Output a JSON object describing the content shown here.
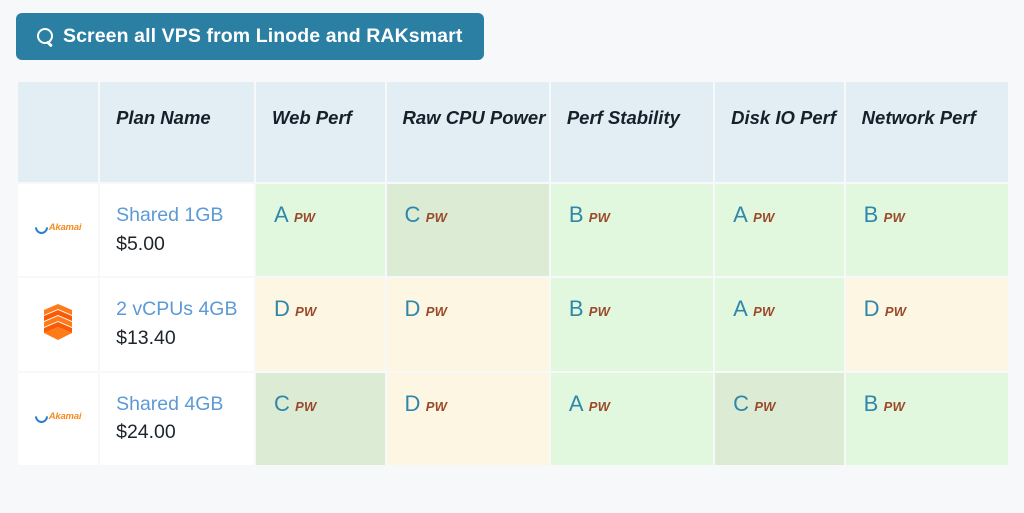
{
  "search_button": {
    "label": "Screen all VPS from Linode and RAKsmart",
    "icon": "search-icon",
    "bg_color": "#2a7fa3",
    "text_color": "#ffffff"
  },
  "table": {
    "headers": [
      "",
      "Plan Name",
      "Web Perf",
      "Raw CPU Power",
      "Perf Stability",
      "Disk IO Perf",
      "Network Perf"
    ],
    "header_bg": "#e2edf4",
    "grade_suffix": "PW",
    "grade_colors": {
      "A": "#e2f8de",
      "B": "#e2f8de",
      "C": "#dcebd4",
      "D": "#fcf6e2"
    },
    "rows": [
      {
        "logo": "akamai-logo",
        "logo_name": "Akamai",
        "plan_name": "Shared 1GB",
        "price": "$5.00",
        "grades": [
          {
            "letter": "A",
            "sub": "PW"
          },
          {
            "letter": "C",
            "sub": "PW"
          },
          {
            "letter": "B",
            "sub": "PW"
          },
          {
            "letter": "A",
            "sub": "PW"
          },
          {
            "letter": "B",
            "sub": "PW"
          }
        ]
      },
      {
        "logo": "raksmart-logo",
        "logo_name": "RAKsmart",
        "plan_name": "2 vCPUs 4GB",
        "price": "$13.40",
        "grades": [
          {
            "letter": "D",
            "sub": "PW"
          },
          {
            "letter": "D",
            "sub": "PW"
          },
          {
            "letter": "B",
            "sub": "PW"
          },
          {
            "letter": "A",
            "sub": "PW"
          },
          {
            "letter": "D",
            "sub": "PW"
          }
        ]
      },
      {
        "logo": "akamai-logo",
        "logo_name": "Akamai",
        "plan_name": "Shared 4GB",
        "price": "$24.00",
        "grades": [
          {
            "letter": "C",
            "sub": "PW"
          },
          {
            "letter": "D",
            "sub": "PW"
          },
          {
            "letter": "A",
            "sub": "PW"
          },
          {
            "letter": "C",
            "sub": "PW"
          },
          {
            "letter": "B",
            "sub": "PW"
          }
        ]
      }
    ]
  }
}
